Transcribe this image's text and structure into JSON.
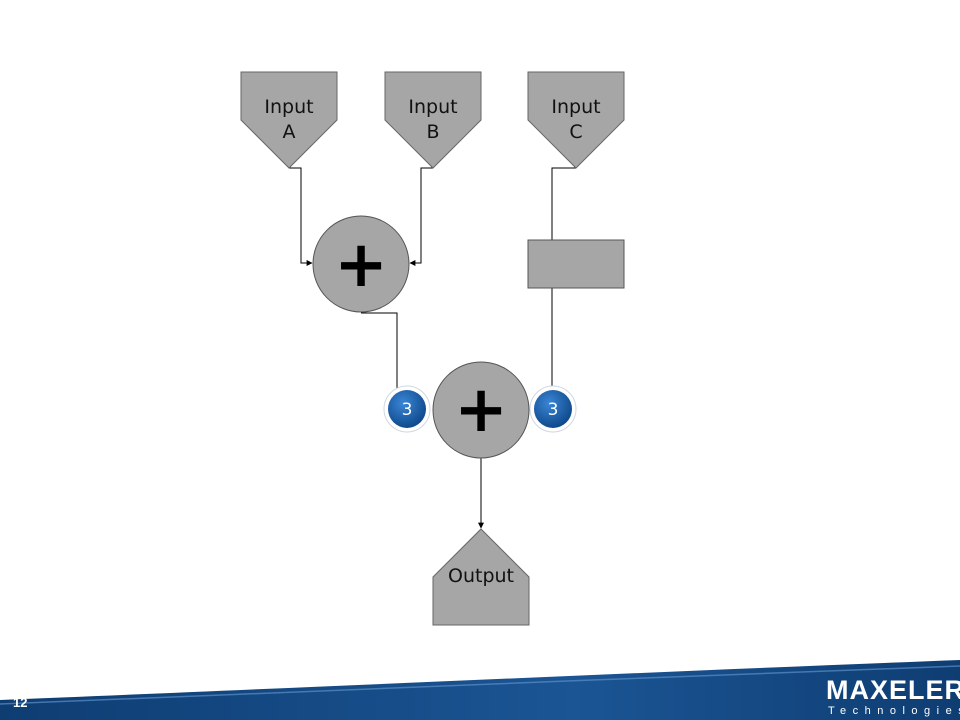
{
  "diagram": {
    "inputs": [
      {
        "line1": "Input",
        "line2": "A"
      },
      {
        "line1": "Input",
        "line2": "B"
      },
      {
        "line1": "Input",
        "line2": "C"
      }
    ],
    "adders": [
      {
        "symbol": "+"
      },
      {
        "symbol": "+"
      }
    ],
    "delay_badges": [
      {
        "value": "3"
      },
      {
        "value": "3"
      }
    ],
    "output": {
      "label": "Output"
    }
  },
  "footer": {
    "page_number": "12",
    "logo_main": "MAXELER",
    "logo_sub": "Technologies"
  },
  "colors": {
    "node_fill": "#a6a6a6",
    "node_stroke": "#555555",
    "badge_fill": "#1d5fa8",
    "footer_bar": "#123d6e"
  }
}
